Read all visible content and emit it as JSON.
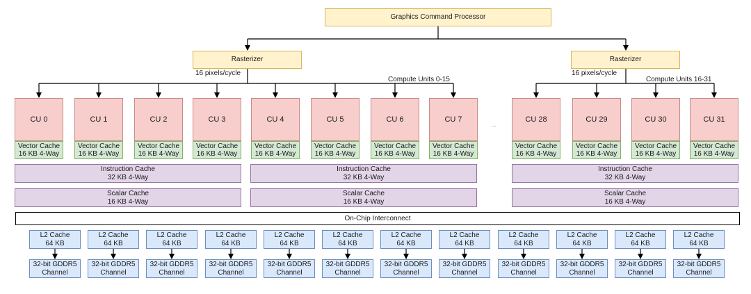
{
  "command_processor": "Graphics Command Processor",
  "left_group": {
    "rasterizer": "Rasterizer",
    "rate": "16 pixels/cycle",
    "cu_range": "Compute Units 0-15",
    "compute_units": [
      "CU 0",
      "CU 1",
      "CU 2",
      "CU 3",
      "CU 4",
      "CU 5",
      "CU 6",
      "CU 7"
    ],
    "instruction_caches": [
      {
        "line1": "Instruction Cache",
        "line2": "32 KB 4-Way"
      },
      {
        "line1": "Instruction Cache",
        "line2": "32 KB 4-Way"
      }
    ],
    "scalar_caches": [
      {
        "line1": "Scalar Cache",
        "line2": "16 KB 4-Way"
      },
      {
        "line1": "Scalar Cache",
        "line2": "16 KB 4-Way"
      }
    ]
  },
  "right_group": {
    "rasterizer": "Rasterizer",
    "rate": "16 pixels/cycle",
    "cu_range": "Compute Units 16-31",
    "compute_units": [
      "CU 28",
      "CU 29",
      "CU 30",
      "CU 31"
    ],
    "instruction_caches": [
      {
        "line1": "Instruction Cache",
        "line2": "32 KB 4-Way"
      }
    ],
    "scalar_caches": [
      {
        "line1": "Scalar Cache",
        "line2": "16 KB 4-Way"
      }
    ]
  },
  "ellipsis": "...",
  "vector_cache": {
    "line1": "Vector Cache",
    "line2": "16 KB 4-Way"
  },
  "interconnect": "On-Chip Interconnect",
  "l2_cache": {
    "line1": "L2 Cache",
    "line2": "64 KB"
  },
  "memory_channel": {
    "line1": "32-bit GDDR5",
    "line2": "Channel"
  },
  "memory_channel_count": 12,
  "colors": {
    "processor": "#fff2cc",
    "compute_unit": "#f8cecc",
    "vector_cache": "#d5e8d4",
    "shared_cache": "#e1d5e7",
    "memory": "#dae8fc"
  }
}
